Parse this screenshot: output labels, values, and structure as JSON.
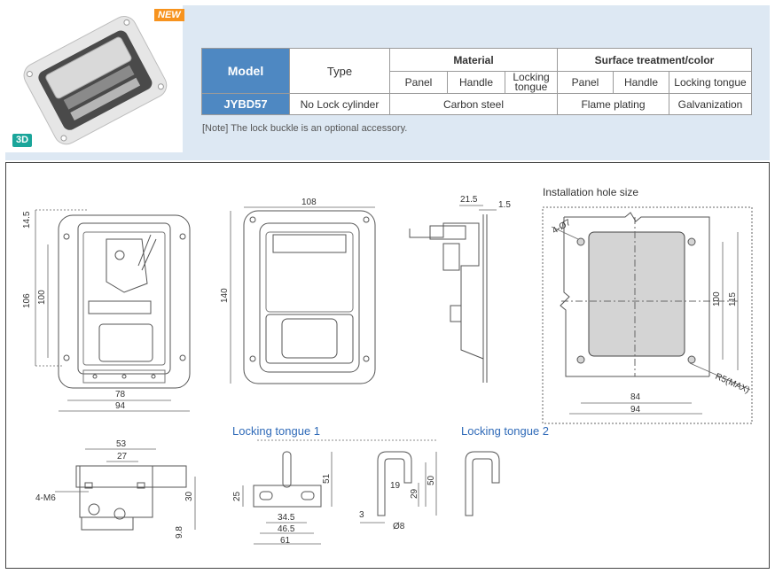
{
  "badges": {
    "new": "NEW",
    "three_d": "3D"
  },
  "table": {
    "model_header": "Model",
    "type_header": "Type",
    "material_header": "Material",
    "surface_header": "Surface treatment/color",
    "material_cols": {
      "panel": "Panel",
      "handle": "Handle",
      "tongue": "Locking tongue"
    },
    "surface_cols": {
      "panel": "Panel",
      "handle": "Handle",
      "tongue": "Locking tongue"
    },
    "row": {
      "model": "JYBD57",
      "type": "No Lock cylinder",
      "material": "Carbon steel",
      "panel_handle_surface": "Flame plating",
      "tongue_surface": "Galvanization"
    }
  },
  "note": "[Note] The lock buckle is an optional accessory.",
  "labels": {
    "install_hole": "Installation hole size",
    "tongue1": "Locking tongue 1",
    "tongue2": "Locking tongue 2"
  },
  "dims": {
    "d14_5": "14.5",
    "d106": "106",
    "d100a": "100",
    "d78": "78",
    "d94a": "94",
    "d108": "108",
    "d140": "140",
    "d21_5": "21.5",
    "d1_5": "1.5",
    "d4_7": "4-Ø7",
    "d100b": "100",
    "d115": "115",
    "d84": "84",
    "d94b": "94",
    "r5": "R5(MAX)",
    "d53": "53",
    "d27": "27",
    "d4m6": "4-M6",
    "d30": "30",
    "d9_8": "9.8",
    "d25": "25",
    "d51": "51",
    "d34_5": "34.5",
    "d46_5": "46.5",
    "d61": "61",
    "d19": "19",
    "d29": "29",
    "d50": "50",
    "d3": "3",
    "d8": "Ø8"
  },
  "colors": {
    "header_bg": "#4e88c2",
    "top_panel": "#dde8f3",
    "label_blue": "#2f6ab8",
    "new_badge": "#f7931e",
    "badge_3d": "#1aa59a"
  }
}
